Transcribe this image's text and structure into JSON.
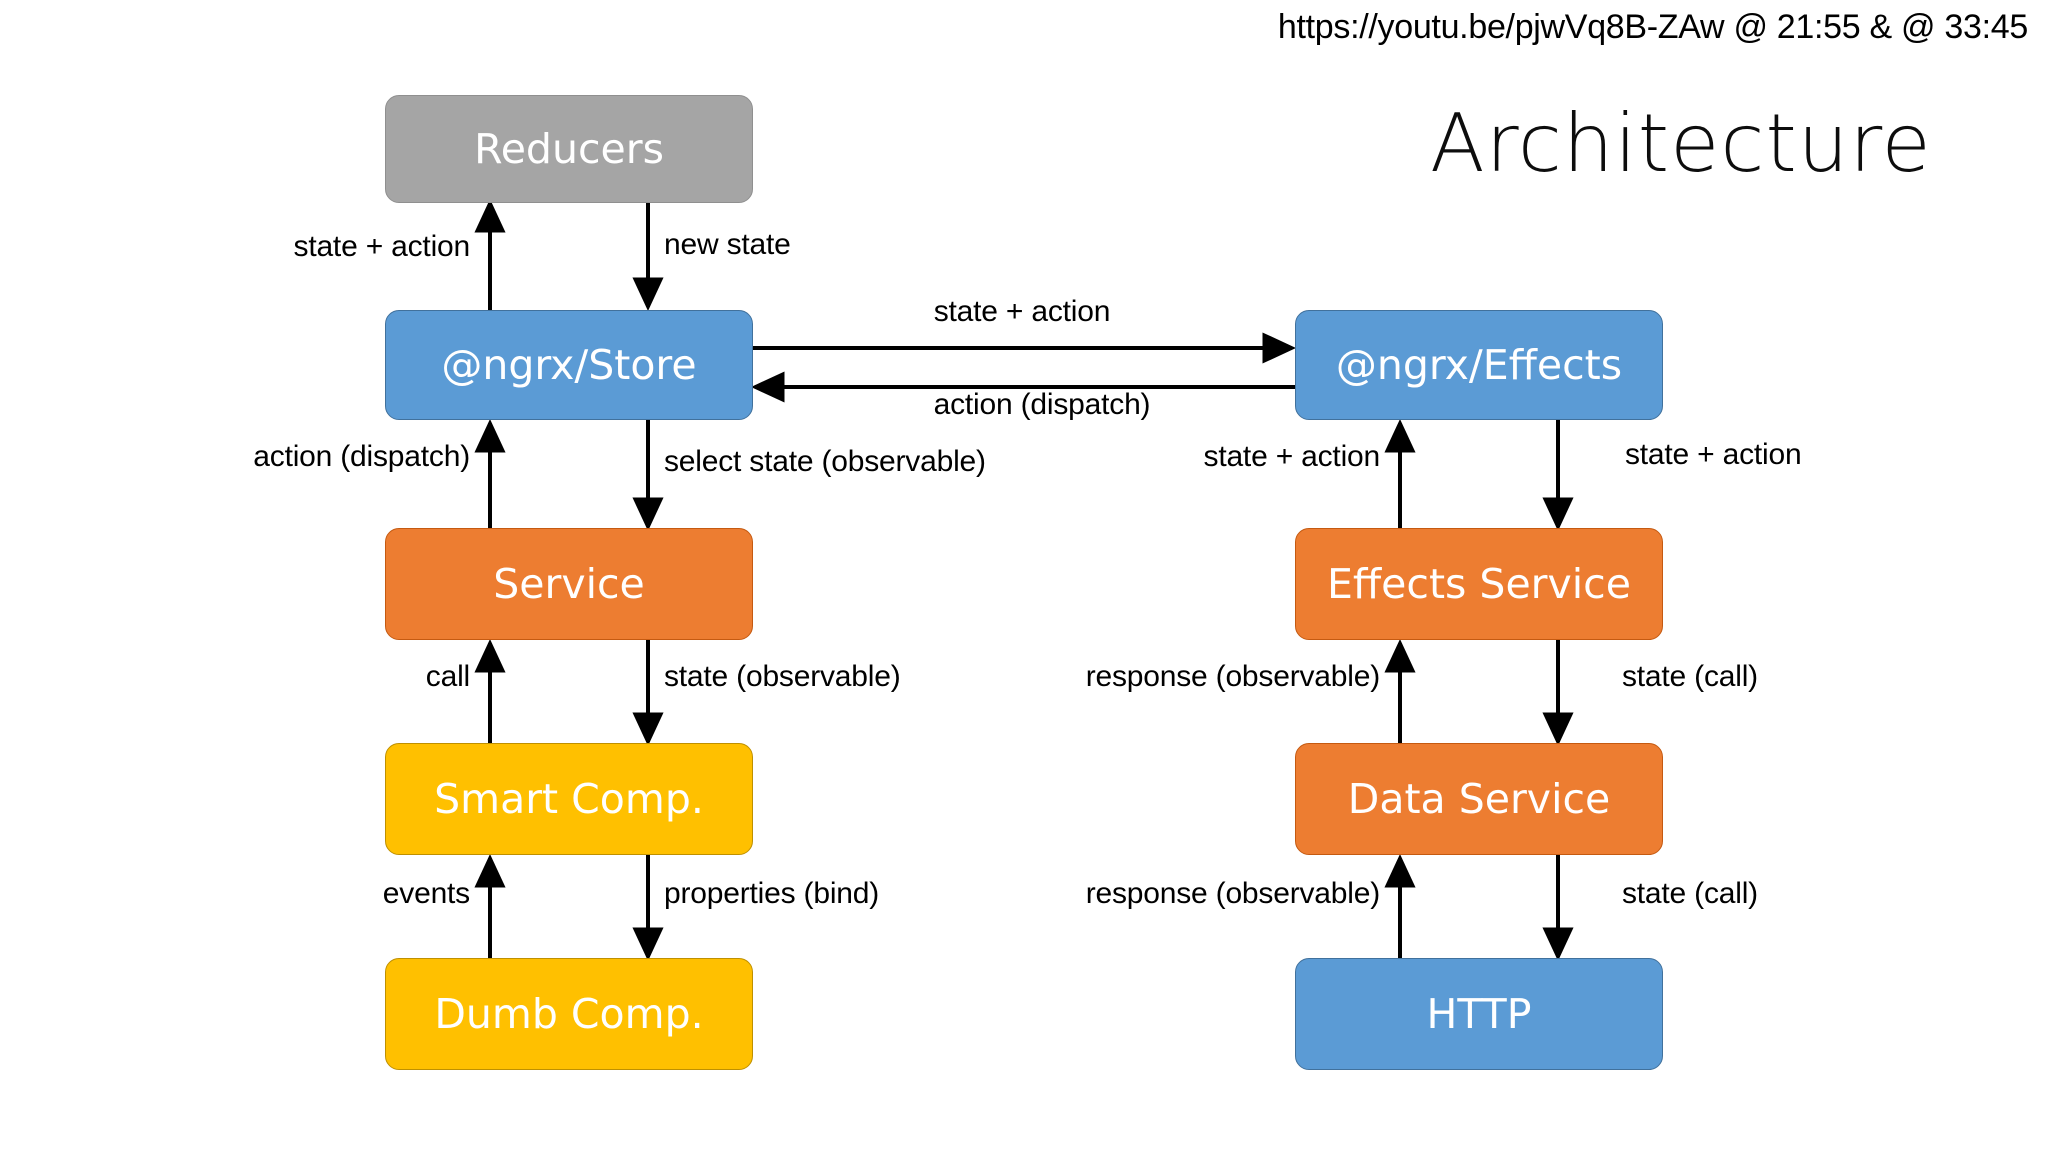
{
  "header": {
    "source_url": "https://youtu.be/pjwVq8B-ZAw @ 21:55 & @ 33:45"
  },
  "title": "Architecture",
  "colors": {
    "gray": "#A5A5A5",
    "blue": "#5B9BD5",
    "orange": "#ED7D31",
    "yellow": "#FFC000",
    "arrow": "#000000",
    "background": "#FFFFFF",
    "text_on_box": "#FFFFFF",
    "label_text": "#000000"
  },
  "nodes": {
    "reducers": "Reducers",
    "store": "@ngrx/Store",
    "service": "Service",
    "smart_comp": "Smart Comp.",
    "dumb_comp": "Dumb Comp.",
    "effects": "@ngrx/Effects",
    "effects_service": "Effects Service",
    "data_service": "Data Service",
    "http": "HTTP"
  },
  "edge_labels": {
    "store_to_reducers": "state + action",
    "reducers_to_store": "new state",
    "store_to_effects": "state + action",
    "effects_to_store": "action (dispatch)",
    "service_to_store": "action (dispatch)",
    "store_to_service": "select state (observable)",
    "smart_to_service": "call",
    "service_to_smart": "state (observable)",
    "dumb_to_smart": "events",
    "smart_to_dumb": "properties (bind)",
    "effects_service_to_effects": "state + action",
    "effects_to_effects_service": "state + action",
    "data_service_to_effects_service": "response (observable)",
    "effects_service_to_data_service": "state (call)",
    "http_to_data_service": "response (observable)",
    "data_service_to_http": "state (call)"
  }
}
